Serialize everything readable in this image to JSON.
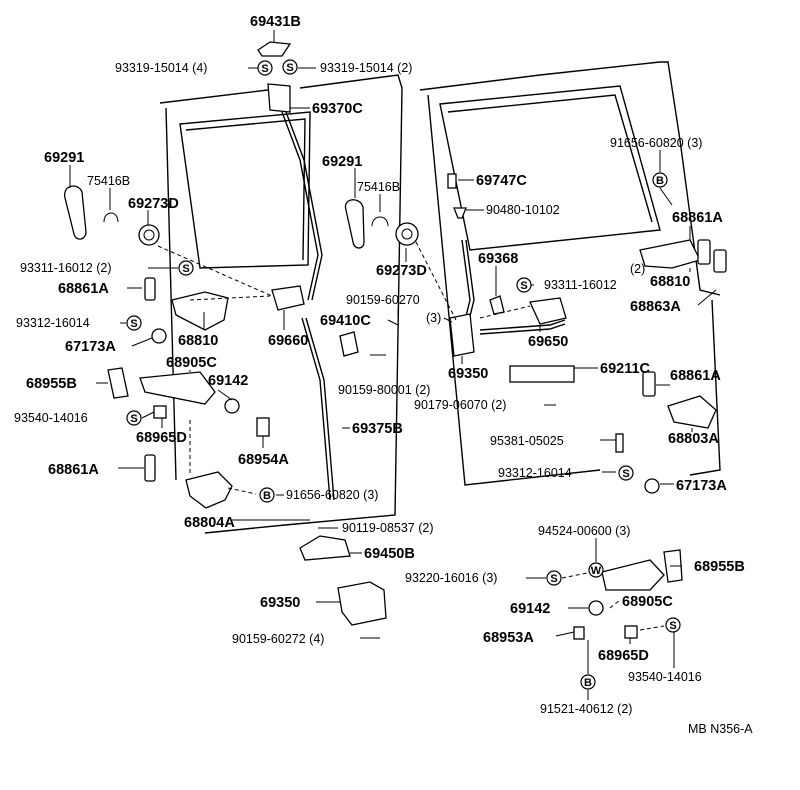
{
  "diagram_ref": "MB N356-A",
  "symbols": {
    "s": "S",
    "b": "B",
    "w": "W"
  },
  "labels": {
    "l69431B": "69431B",
    "l93319a": "93319-15014 (4)",
    "l93319b": "93319-15014 (2)",
    "l69370C": "69370C",
    "l69291a": "69291",
    "l75416Ba": "75416B",
    "l69273Da": "69273D",
    "l93311a": "93311-16012 (2)",
    "l68861Aa": "68861A",
    "l93312a": "93312-16014",
    "l67173Aa": "67173A",
    "l68810a": "68810",
    "l69660": "69660",
    "l68905Ca": "68905C",
    "l68955Ba": "68955B",
    "l69142a": "69142",
    "l93540a": "93540-14016",
    "l68965Da": "68965D",
    "l68954A": "68954A",
    "l68861Ab": "68861A",
    "l69375B": "69375B",
    "l91656b": "91656-60820 (3)",
    "l68804A": "68804A",
    "l90119": "90119-08537 (2)",
    "l69450B": "69450B",
    "l69350a": "69350",
    "l90159c": "90159-60272 (4)",
    "l69291b": "69291",
    "l75416Bb": "75416B",
    "l69273Db": "69273D",
    "l69747C": "69747C",
    "l90480": "90480-10102",
    "l69368": "69368",
    "l93311b": "93311-16012",
    "l90159a": "90159-60270",
    "l69410C": "69410C",
    "l3a": "(3)",
    "l69650": "69650",
    "l69350b": "69350",
    "l90159b": "90159-80001 (2)",
    "l69211C": "69211C",
    "l90179": "90179-06070 (2)",
    "l91656a": "91656-60820 (3)",
    "l68861Ac": "68861A",
    "l2a": "(2)",
    "l68810b": "68810",
    "l68863A": "68863A",
    "l68861Ad": "68861A",
    "l68803A": "68803A",
    "l95381": "95381-05025",
    "l93312b": "93312-16014",
    "l67173Ab": "67173A",
    "l94524": "94524-00600 (3)",
    "l68955Bb": "68955B",
    "l93220": "93220-16016 (3)",
    "l68905Cb": "68905C",
    "l69142b": "69142",
    "l68953A": "68953A",
    "l68965Db": "68965D",
    "l93540b": "93540-14016",
    "l91521": "91521-40612 (2)"
  }
}
